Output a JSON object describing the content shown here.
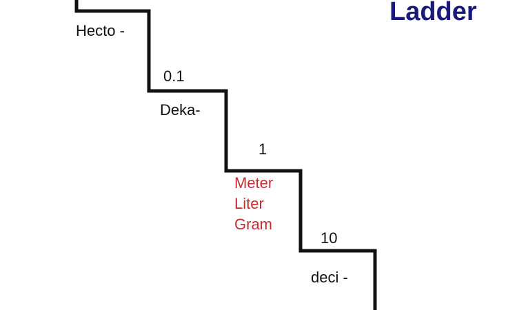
{
  "title": "Ladder",
  "colors": {
    "title": "#1a1a7a",
    "base_units": "#c23030",
    "stairs": "#111111",
    "text": "#111111"
  },
  "steps": [
    {
      "value": "",
      "prefix": "Hecto -"
    },
    {
      "value": "0.1",
      "prefix": "Deka-"
    },
    {
      "value": "1",
      "prefix": ""
    },
    {
      "value": "10",
      "prefix": "deci -"
    },
    {
      "value": "",
      "prefix": ""
    }
  ],
  "base_units": [
    "Meter",
    "Liter",
    "Gram"
  ]
}
